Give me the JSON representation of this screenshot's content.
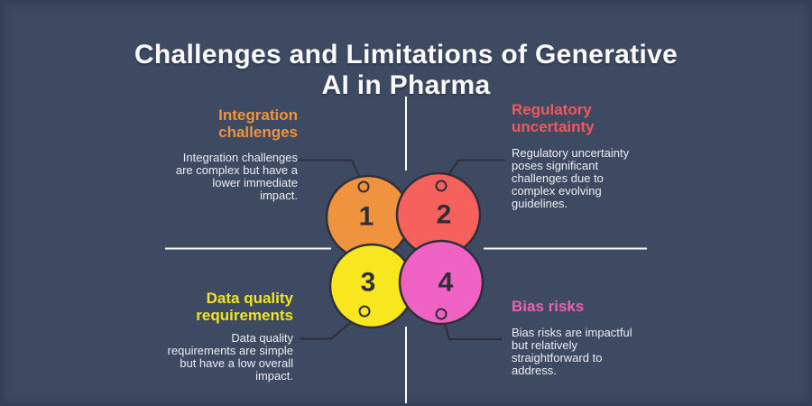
{
  "title": "Challenges and Limitations of Generative\nAI in Pharma",
  "colors": {
    "background": "#3E4A61",
    "title_text": "#FAFAFA",
    "body_text": "#EDEDF2",
    "outline": "#2E2F39",
    "axis_line": "#FFFFFF",
    "item1_fill": "#F0933F",
    "item2_fill": "#F6615E",
    "item3_fill": "#F8E71F",
    "item4_fill": "#F062C4",
    "item1_heading": "#F0923E",
    "item2_heading": "#F4575C",
    "item3_heading": "#F2E41F",
    "item4_heading": "#EE5FB0"
  },
  "items": [
    {
      "number": "1",
      "heading": "Integration\nchallenges",
      "body": "Integration challenges\nare complex but have a\nlower immediate\nimpact."
    },
    {
      "number": "2",
      "heading": "Regulatory\nuncertainty",
      "body": "Regulatory uncertainty\nposes significant\nchallenges due to\ncomplex evolving\nguidelines."
    },
    {
      "number": "3",
      "heading": "Data quality\nrequirements",
      "body": "Data quality\nrequirements are simple\nbut have a low overall\nimpact."
    },
    {
      "number": "4",
      "heading": "Bias risks",
      "body": "Bias risks are impactful\nbut relatively\nstraightforward to\naddress."
    }
  ]
}
